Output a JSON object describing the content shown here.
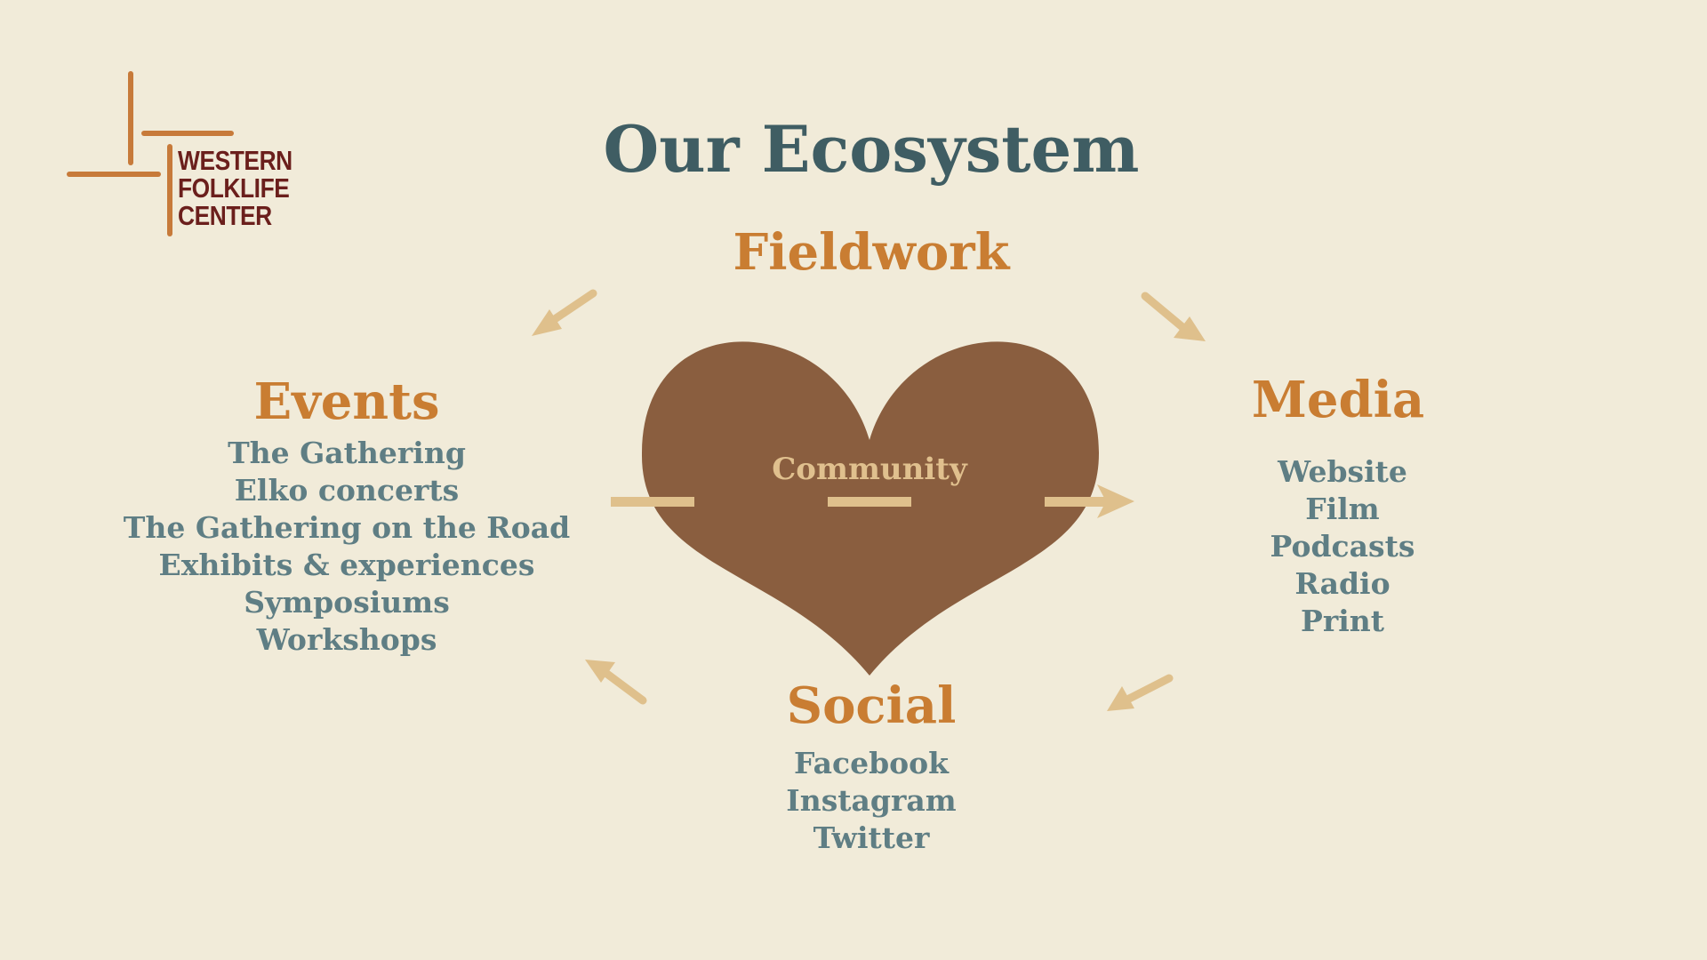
{
  "logo": {
    "line1": "WESTERN",
    "line2": "FOLKLIFE",
    "line3": "CENTER"
  },
  "title": "Our Ecosystem",
  "center": {
    "label": "Community"
  },
  "fieldwork": {
    "heading": "Fieldwork"
  },
  "events": {
    "heading": "Events",
    "items": [
      "The Gathering",
      "Elko concerts",
      "The Gathering on the Road",
      "Exhibits & experiences",
      "Symposiums",
      "Workshops"
    ]
  },
  "media": {
    "heading": "Media",
    "items": [
      "Website",
      "Film",
      "Podcasts",
      "Radio",
      "Print"
    ]
  },
  "social": {
    "heading": "Social",
    "items": [
      "Facebook",
      "Instagram",
      "Twitter"
    ]
  },
  "colors": {
    "background": "#f1ebd9",
    "title": "#3f5d63",
    "heading": "#c97d32",
    "item": "#5f7e84",
    "heart": "#8a5e3f",
    "arrow": "#dfc08c",
    "logo_text": "#6b1f1c",
    "logo_lines": "#c77a3a"
  }
}
